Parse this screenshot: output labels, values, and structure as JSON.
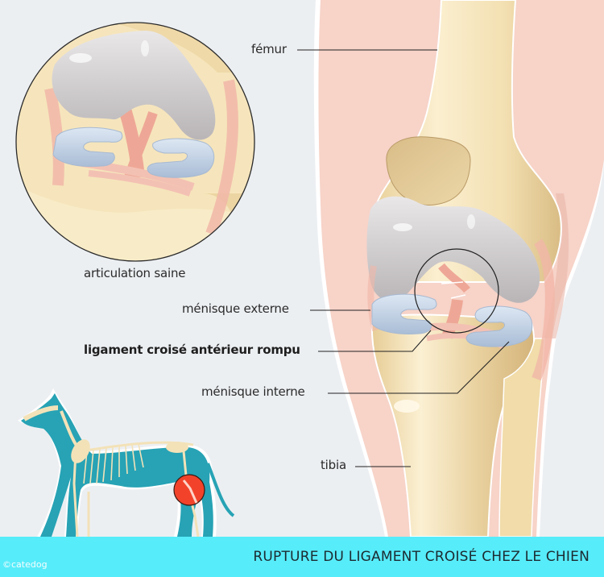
{
  "labels": {
    "femur": "fémur",
    "healthy_joint": "articulation saine",
    "external_meniscus": "ménisque externe",
    "torn_acl": "ligament croisé antérieur rompu",
    "internal_meniscus": "ménisque interne",
    "tibia": "tibia"
  },
  "footer": {
    "title": "RUPTURE DU LIGAMENT CROISÉ CHEZ LE CHIEN",
    "copyright": "©catedog"
  },
  "colors": {
    "background": "#eceff2",
    "skin": "#f7d3c8",
    "bone": "#f3e2b8",
    "cartilage": "#cfcdd0",
    "meniscus": "#c9d8ea",
    "ligament": "#f1b7a8",
    "dog_body": "#27a3b5",
    "injury_marker": "#f2432a",
    "footer_bar": "#57ecfa"
  }
}
